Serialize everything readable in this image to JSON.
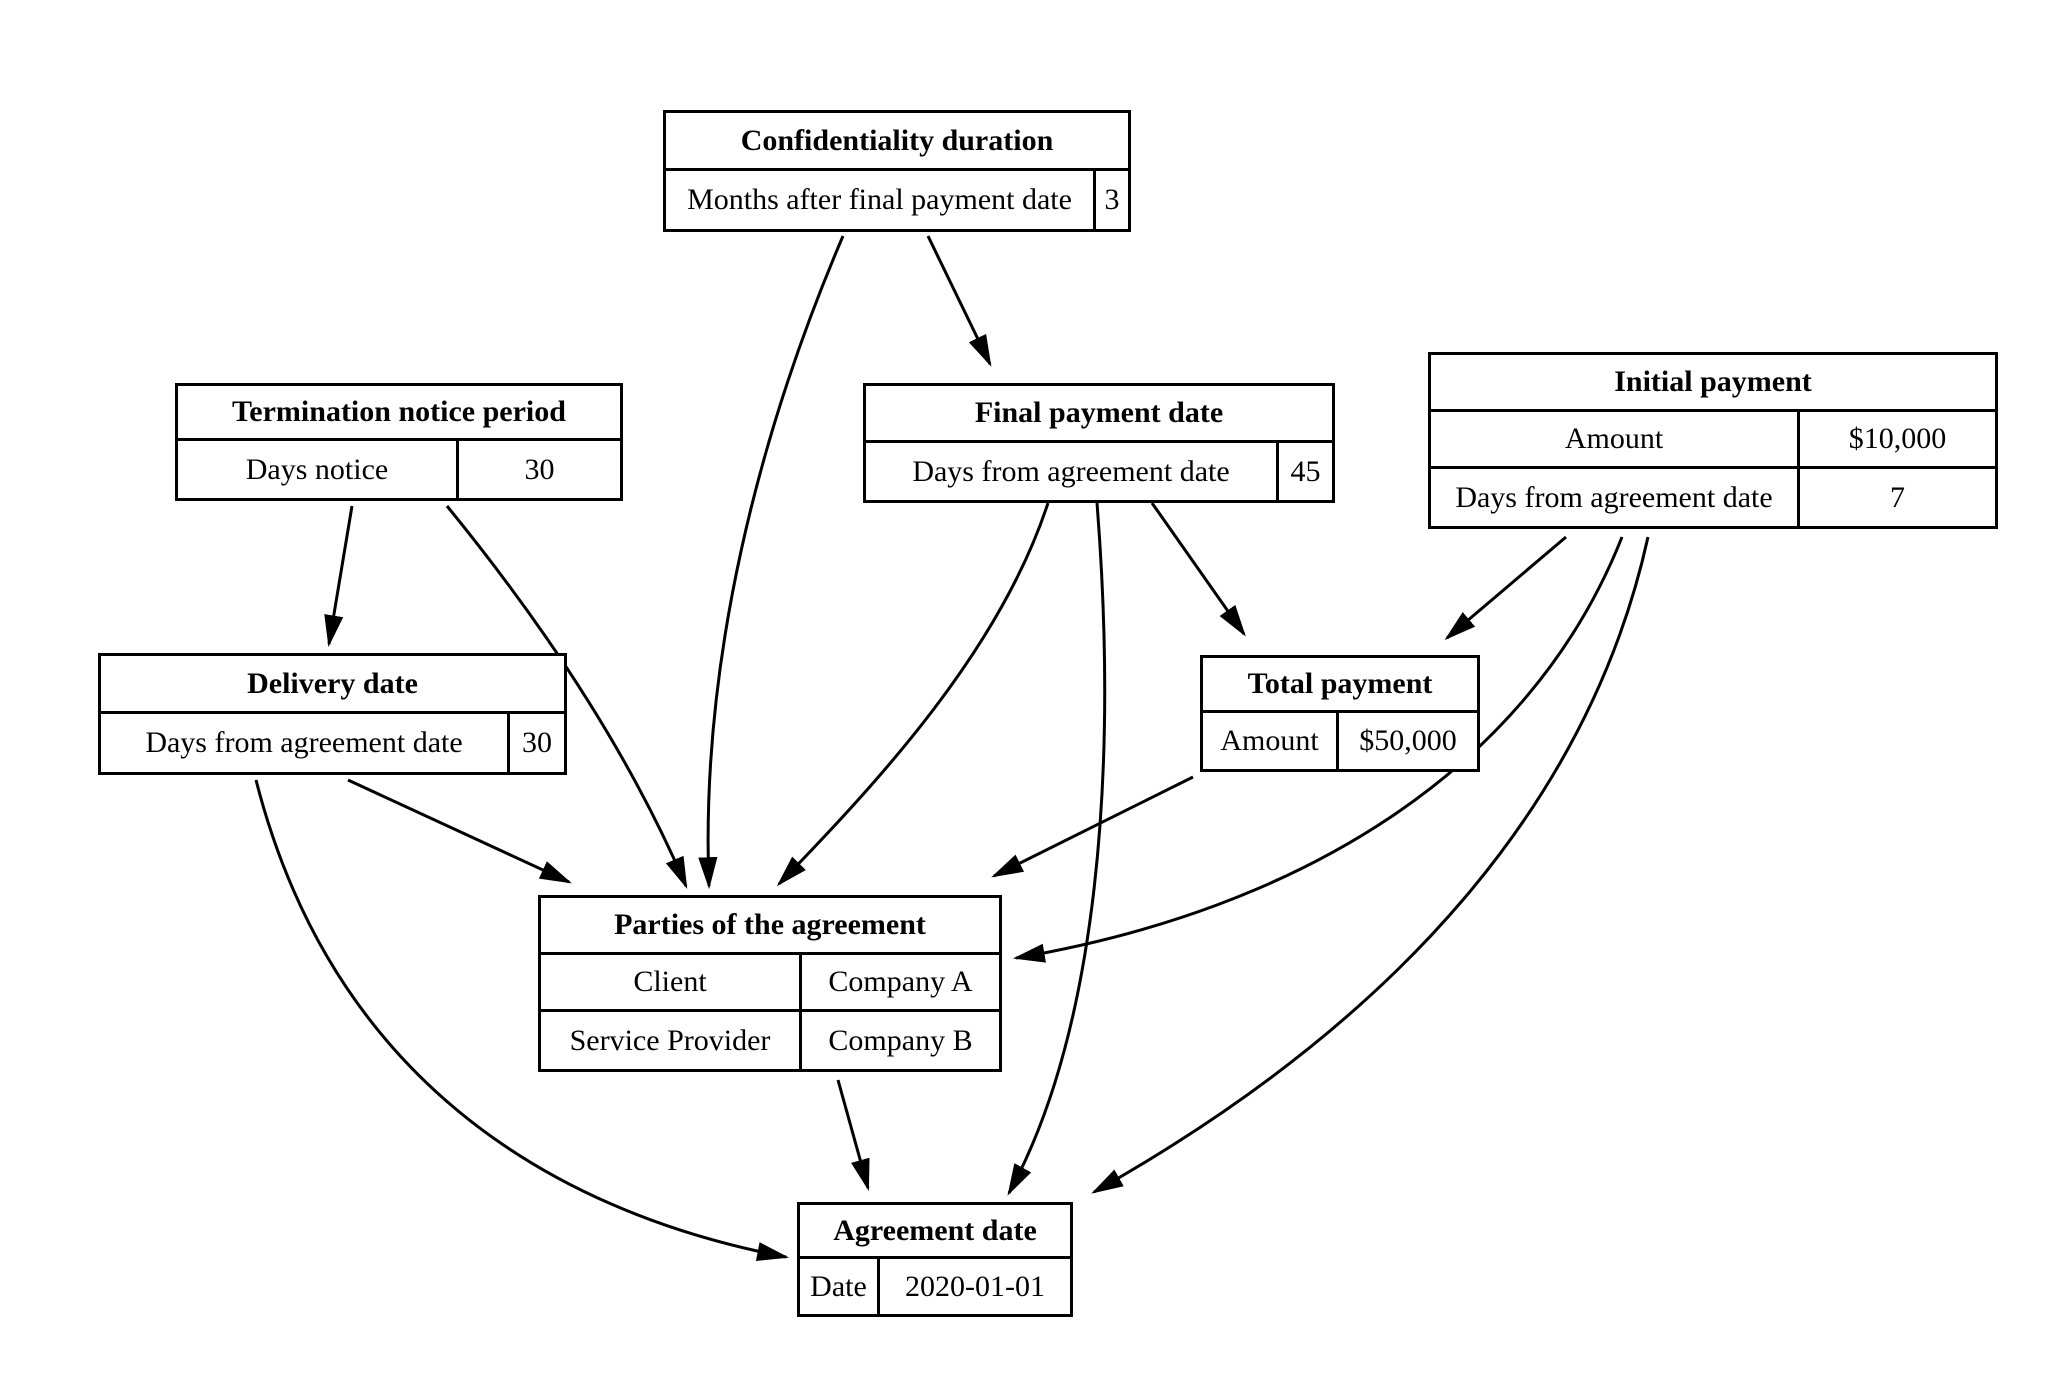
{
  "diagram": {
    "background_color": "#ffffff",
    "line_color": "#000000",
    "nodes": [
      {
        "id": "confidentiality_duration",
        "title": "Confidentiality duration",
        "rows": [
          {
            "label": "Months after final payment date",
            "value": "3"
          }
        ]
      },
      {
        "id": "termination_notice_period",
        "title": "Termination notice period",
        "rows": [
          {
            "label": "Days notice",
            "value": "30"
          }
        ]
      },
      {
        "id": "final_payment_date",
        "title": "Final payment date",
        "rows": [
          {
            "label": "Days from agreement date",
            "value": "45"
          }
        ]
      },
      {
        "id": "initial_payment",
        "title": "Initial payment",
        "rows": [
          {
            "label": "Amount",
            "value": "$10,000"
          },
          {
            "label": "Days from agreement date",
            "value": "7"
          }
        ]
      },
      {
        "id": "delivery_date",
        "title": "Delivery date",
        "rows": [
          {
            "label": "Days from agreement date",
            "value": "30"
          }
        ]
      },
      {
        "id": "total_payment",
        "title": "Total payment",
        "rows": [
          {
            "label": "Amount",
            "value": "$50,000"
          }
        ]
      },
      {
        "id": "parties_of_the_agreement",
        "title": "Parties of the agreement",
        "rows": [
          {
            "label": "Client",
            "value": "Company A"
          },
          {
            "label": "Service Provider",
            "value": "Company B"
          }
        ]
      },
      {
        "id": "agreement_date",
        "title": "Agreement date",
        "rows": [
          {
            "label": "Date",
            "value": "2020-01-01"
          }
        ]
      }
    ],
    "edges": [
      {
        "from": "confidentiality_duration",
        "to": "final_payment_date"
      },
      {
        "from": "confidentiality_duration",
        "to": "parties_of_the_agreement"
      },
      {
        "from": "termination_notice_period",
        "to": "delivery_date"
      },
      {
        "from": "termination_notice_period",
        "to": "parties_of_the_agreement"
      },
      {
        "from": "final_payment_date",
        "to": "total_payment"
      },
      {
        "from": "final_payment_date",
        "to": "parties_of_the_agreement"
      },
      {
        "from": "final_payment_date",
        "to": "agreement_date"
      },
      {
        "from": "initial_payment",
        "to": "total_payment"
      },
      {
        "from": "initial_payment",
        "to": "parties_of_the_agreement"
      },
      {
        "from": "initial_payment",
        "to": "agreement_date"
      },
      {
        "from": "delivery_date",
        "to": "parties_of_the_agreement"
      },
      {
        "from": "delivery_date",
        "to": "agreement_date"
      },
      {
        "from": "total_payment",
        "to": "parties_of_the_agreement"
      },
      {
        "from": "parties_of_the_agreement",
        "to": "agreement_date"
      }
    ]
  }
}
